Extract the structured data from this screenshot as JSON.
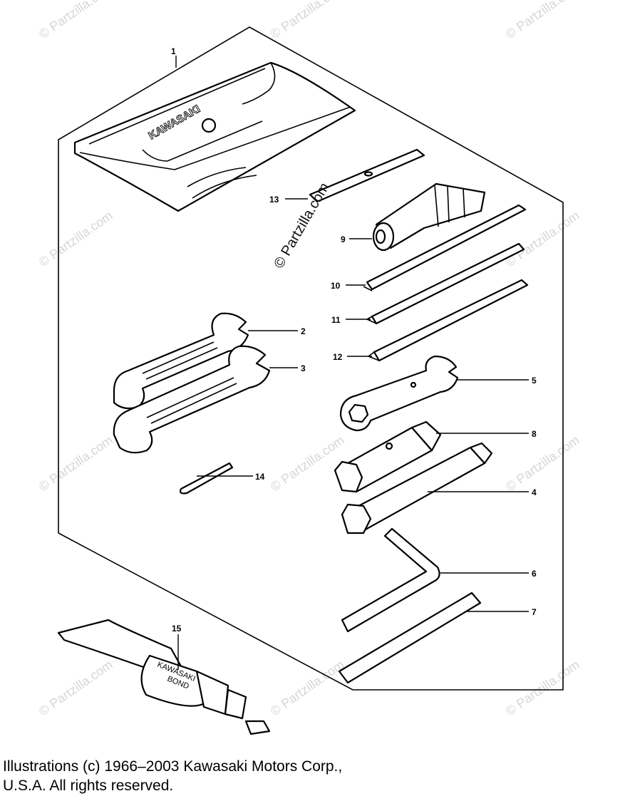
{
  "callouts": {
    "c1": "1",
    "c2": "2",
    "c3": "3",
    "c4": "4",
    "c5": "5",
    "c6": "6",
    "c7": "7",
    "c8": "8",
    "c9": "9",
    "c10": "10",
    "c11": "11",
    "c12": "12",
    "c13": "13",
    "c14": "14",
    "c15": "15"
  },
  "pouch_brand": "KAWASAKI",
  "tube_brand_line1": "KAWASAKI",
  "tube_brand_line2": "BOND",
  "watermark": "© Partzilla.com",
  "center_watermark": "© Partzilla.com",
  "copyright": {
    "line1": "Illustrations (c) 1966–2003 Kawasaki Motors Corp.,",
    "line2": "U.S.A.  All rights reserved."
  }
}
